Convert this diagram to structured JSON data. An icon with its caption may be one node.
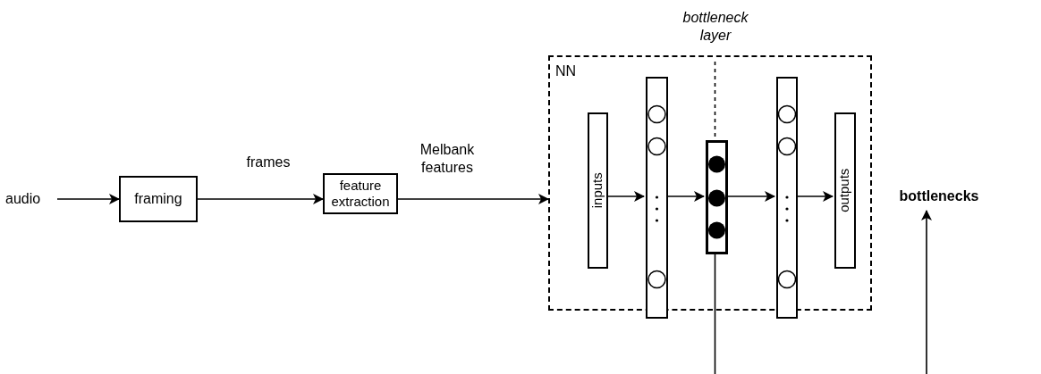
{
  "diagram": {
    "nodes": [
      {
        "text": [
          "audio"
        ]
      },
      {
        "text": [
          "framing"
        ]
      },
      {
        "text": [
          "feature extraction"
        ]
      },
      {
        "text": [
          "NN"
        ]
      },
      {
        "text": [
          "inputs"
        ],
        "in": 3
      },
      {
        "text": [],
        "shape": "bar",
        "in": 3
      },
      {
        "text": [],
        "shape": "bar",
        "in": 3
      },
      {
        "text": [],
        "shape": "bar",
        "in": 3
      },
      {
        "text": [
          "outputs"
        ],
        "in": 3
      },
      {
        "text": [
          "bottlenecks"
        ]
      },
      {
        "text": [
          "bottleneck layer"
        ]
      }
    ],
    "edges": [
      {
        "from": 0,
        "to": 1,
        "arrow": "to"
      },
      {
        "from": 1,
        "to": 2,
        "arrow": "to",
        "label": "frames"
      },
      {
        "from": 2,
        "to": 3,
        "arrow": "to",
        "label": "Melbank features"
      },
      {
        "from": 4,
        "to": 5,
        "arrow": "to"
      },
      {
        "from": 5,
        "to": 6,
        "arrow": "to"
      },
      {
        "from": 6,
        "to": 7,
        "arrow": "to"
      },
      {
        "from": 7,
        "to": 8,
        "arrow": "to"
      },
      {
        "from": 6,
        "to": 9,
        "arrow": "to"
      },
      {
        "from": 10,
        "to": 6,
        "arrow": "none",
        "style": "dashed"
      }
    ]
  }
}
